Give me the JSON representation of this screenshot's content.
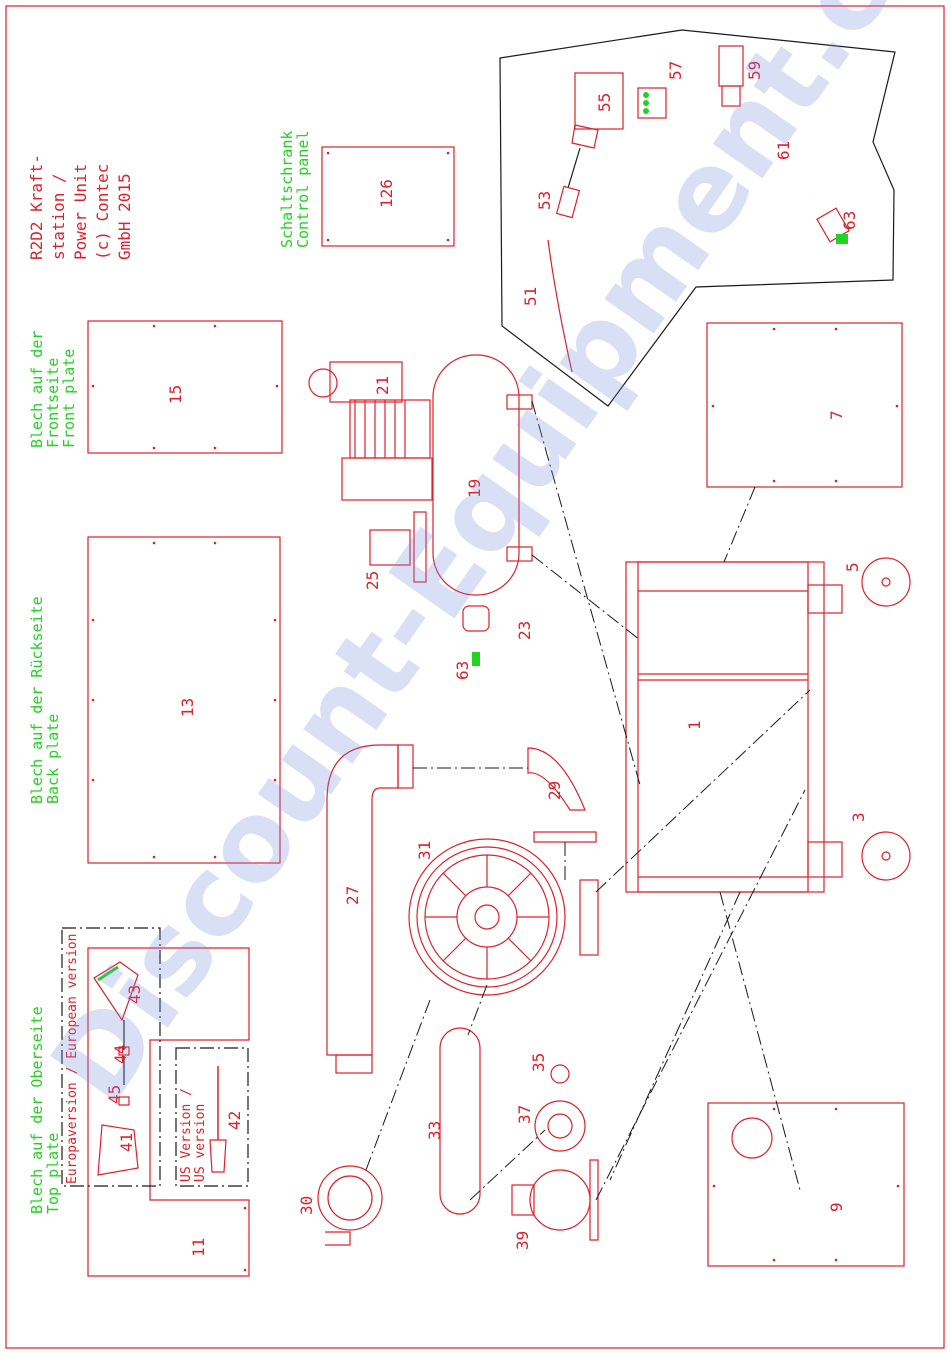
{
  "title_block": {
    "line1": "R2D2 Kraft-",
    "line2": "station /",
    "line3": "Power Unit",
    "line4": "(c) Contec",
    "line5": "GmbH 2015"
  },
  "notes": {
    "control_panel_de": "Schaltschrank",
    "control_panel_en": "Control panel",
    "front_de1": "Blech auf der",
    "front_de2": "Frontseite",
    "front_en": "Front plate",
    "back_de": "Blech auf der Rückseite",
    "back_en": "Back plate",
    "top_de": "Blech auf der Oberseite",
    "top_en": "Top plate",
    "eu_version": "Europaversion / European version",
    "us_version_de": "US Version /",
    "us_version_en": "US version"
  },
  "part_numbers": {
    "p1": "1",
    "p3": "3",
    "p5": "5",
    "p7": "7",
    "p9": "9",
    "p11": "11",
    "p13": "13",
    "p15": "15",
    "p19": "19",
    "p21": "21",
    "p23": "23",
    "p25": "25",
    "p27": "27",
    "p29": "29",
    "p30": "30",
    "p31": "31",
    "p33": "33",
    "p35": "35",
    "p37": "37",
    "p39": "39",
    "p41": "41",
    "p42": "42",
    "p43": "43",
    "p44": "44",
    "p45": "45",
    "p51": "51",
    "p53": "53",
    "p55": "55",
    "p57": "57",
    "p59": "59",
    "p61": "61",
    "p63a": "63",
    "p63b": "63",
    "p126": "126"
  },
  "watermark": "Discount-Equipment.com",
  "colors": {
    "line_red": "#e0202a",
    "note_green": "#21d421",
    "frame": "#e0202a",
    "dashdot": "#1a1a1a"
  }
}
